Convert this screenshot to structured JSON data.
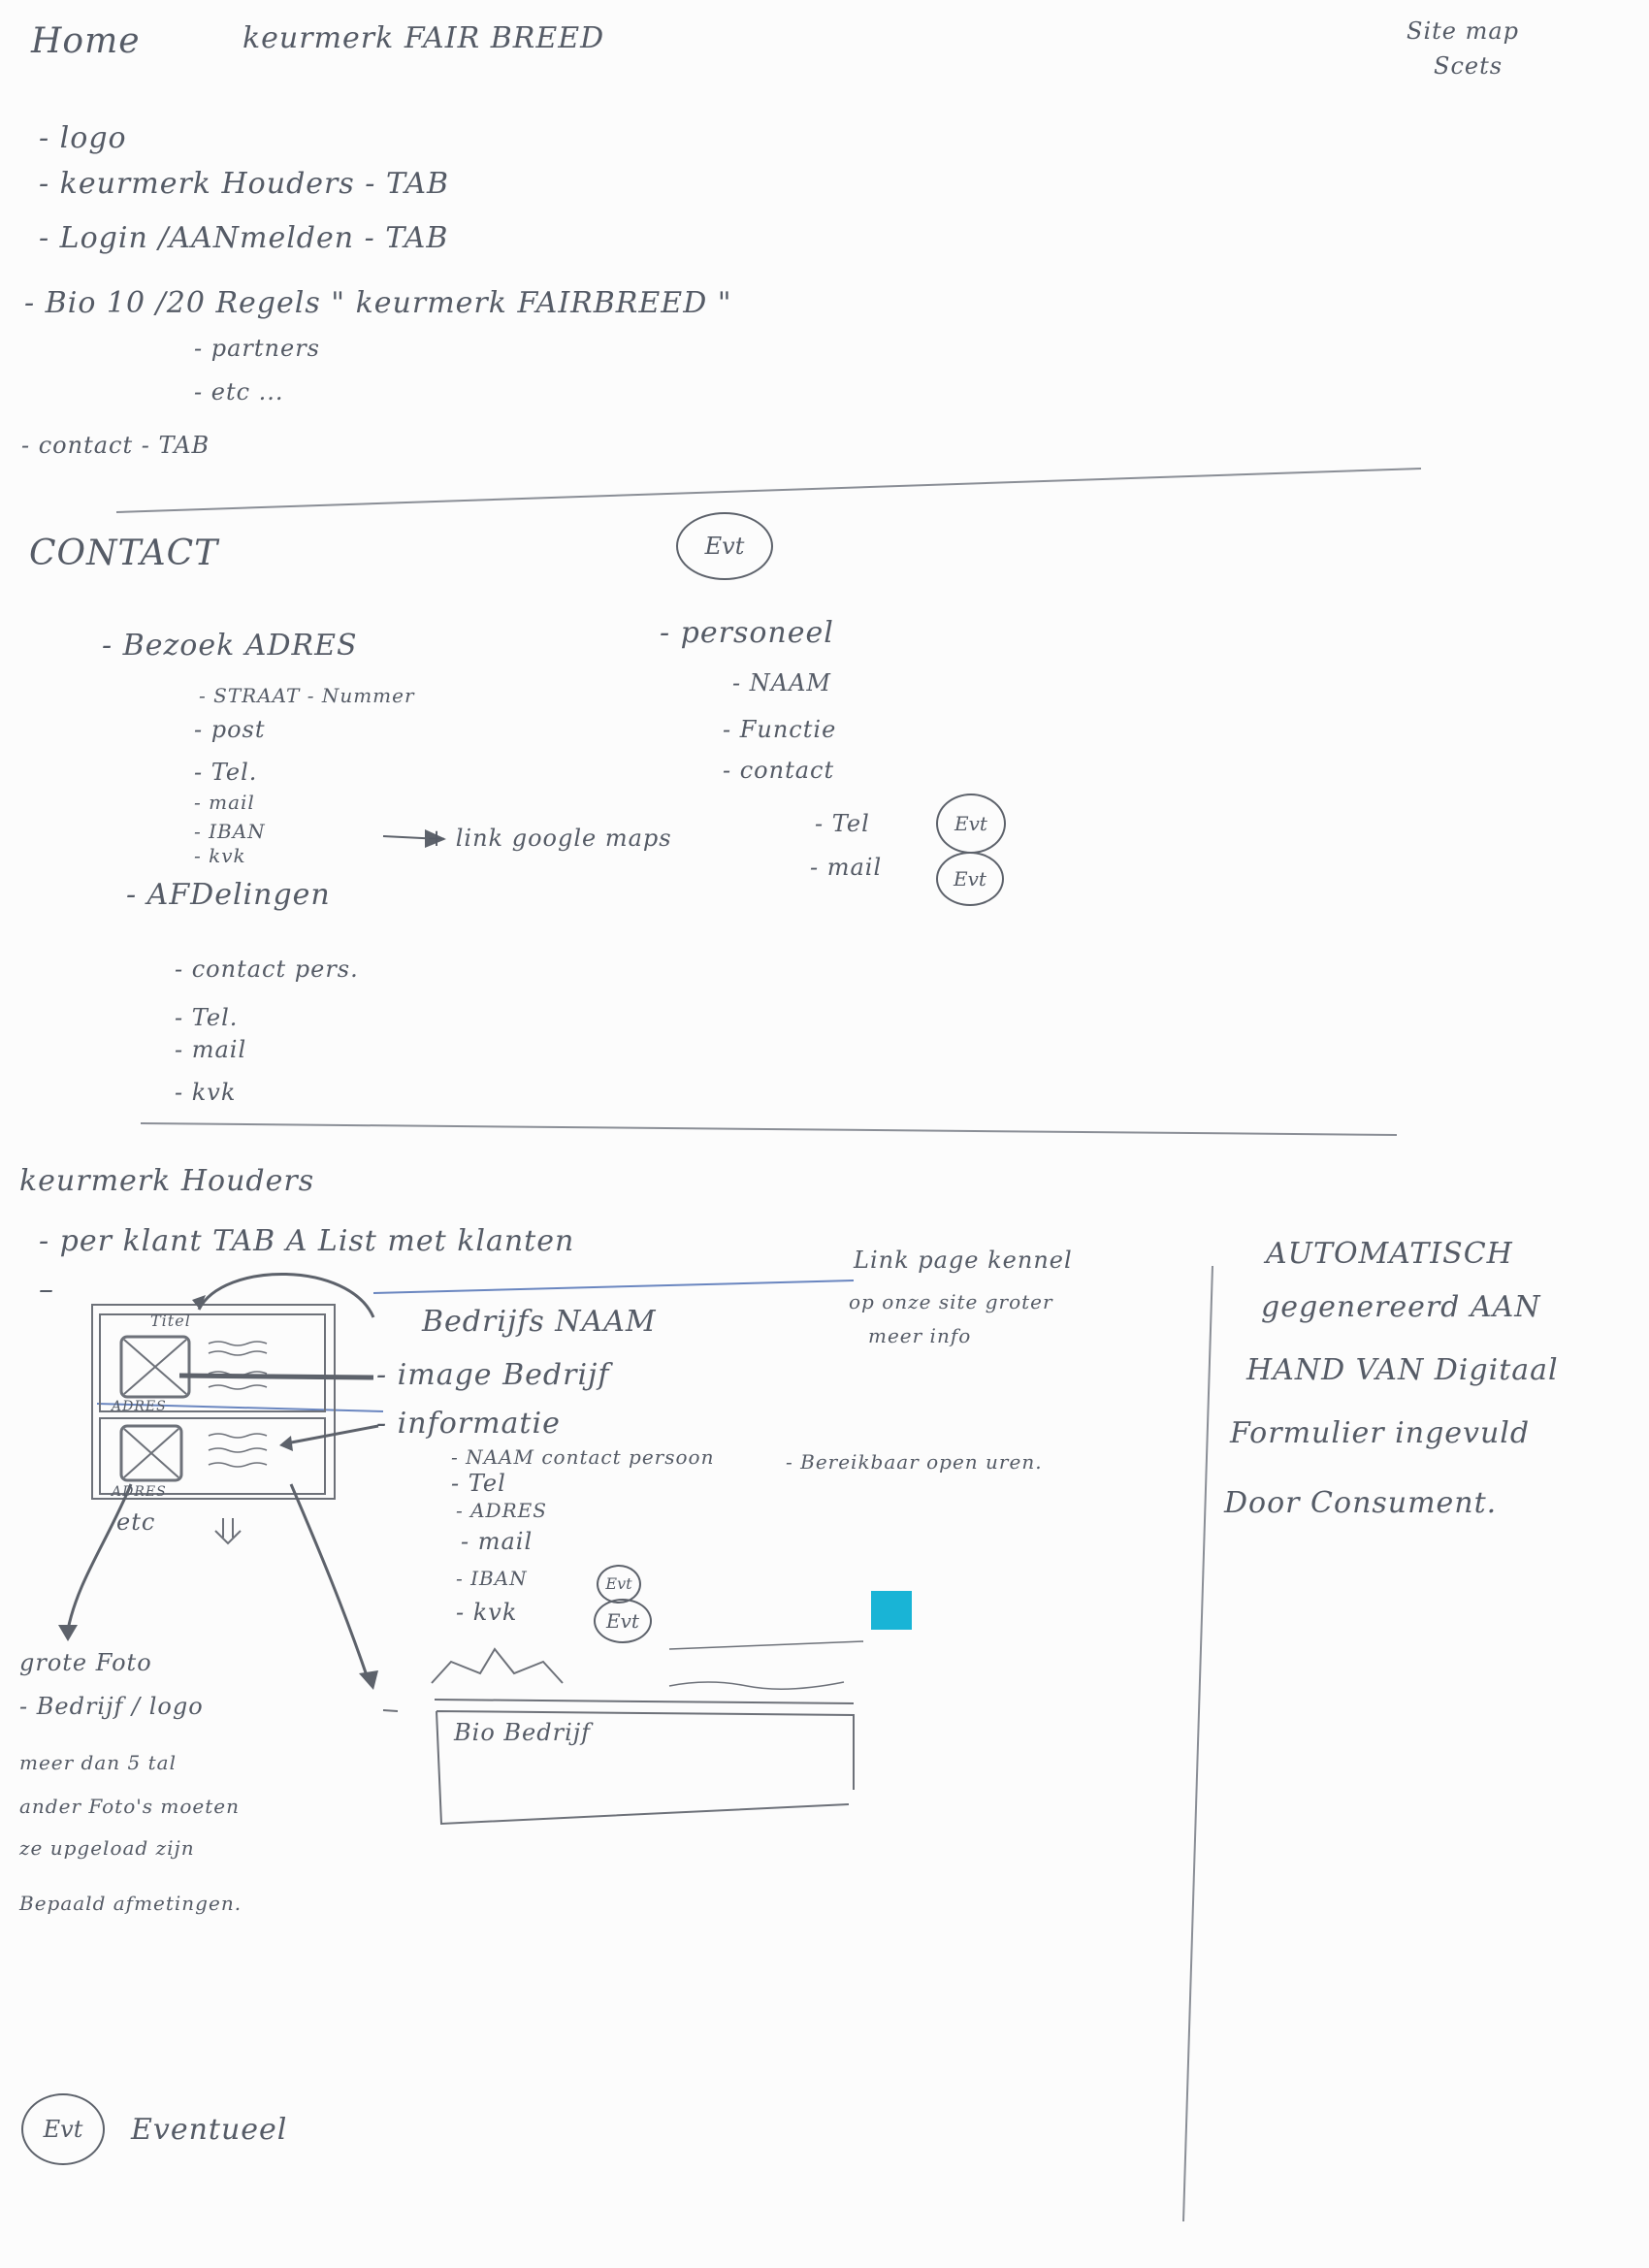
{
  "home": {
    "title": "Home",
    "subtitle": "keurmerk FAIR BREED",
    "sitemap": [
      "Site map",
      "Scets"
    ],
    "items": [
      "- logo",
      "- keurmerk Houders  - TAB",
      "- Login /AANmelden     - TAB",
      "- Bio   10 /20 Regels    \" keurmerk  FAIRBREED \"",
      "- partners",
      "- etc ...",
      "- contact   - TAB"
    ]
  },
  "contact": {
    "title": "CONTACT",
    "evt_label": "Evt",
    "bezoek": "- Bezoek ADRES",
    "bezoek_items": [
      "- STRAAT - Nummer",
      "- post",
      "- Tel.",
      "- mail",
      "- IBAN",
      "- kvk"
    ],
    "link_note": "+ link google maps",
    "afdelingen": "- AFDelingen",
    "afdelingen_items": [
      "- contact pers.",
      "- Tel.",
      "- mail",
      "- kvk"
    ],
    "personeel": "- personeel",
    "personeel_items": [
      "- NAAM",
      "- Functie",
      "- contact"
    ],
    "personeel_contact": [
      "- Tel",
      "- mail"
    ]
  },
  "houders": {
    "title": "keurmerk Houders",
    "per_klant": "- per klant  TAB  A  List  met  klanten",
    "wire_titel": "Titel",
    "wire_adres": "ADRES",
    "wire_etc": "etc",
    "labels": [
      "Bedrijfs NAAM",
      "- image Bedrijf",
      "- informatie"
    ],
    "info_items": [
      "- NAAM contact persoon",
      "- Tel",
      "- ADRES",
      "- mail",
      "- IBAN",
      "- kvk"
    ],
    "bereikbaar": "- Bereikbaar  open uren.",
    "bio_bedrijf": "Bio Bedrijf",
    "link_page": [
      "Link page kennel",
      "op onze site groter",
      "meer info"
    ],
    "right_note": [
      "AUTOMATISCH",
      "gegenereerd AAN",
      "HAND VAN Digitaal",
      "Formulier ingevuld",
      "Door Consument."
    ],
    "foto_notes": [
      "grote Foto",
      "- Bedrijf / logo",
      "meer dan 5 tal",
      "ander Foto's moeten",
      "ze upgeload zijn",
      "Bepaald afmetingen."
    ],
    "legend": "Eventueel"
  },
  "colors": {
    "ink": "#555b66",
    "blue_line": "#6a86c0",
    "cyan_mark": "#19b4d6"
  }
}
